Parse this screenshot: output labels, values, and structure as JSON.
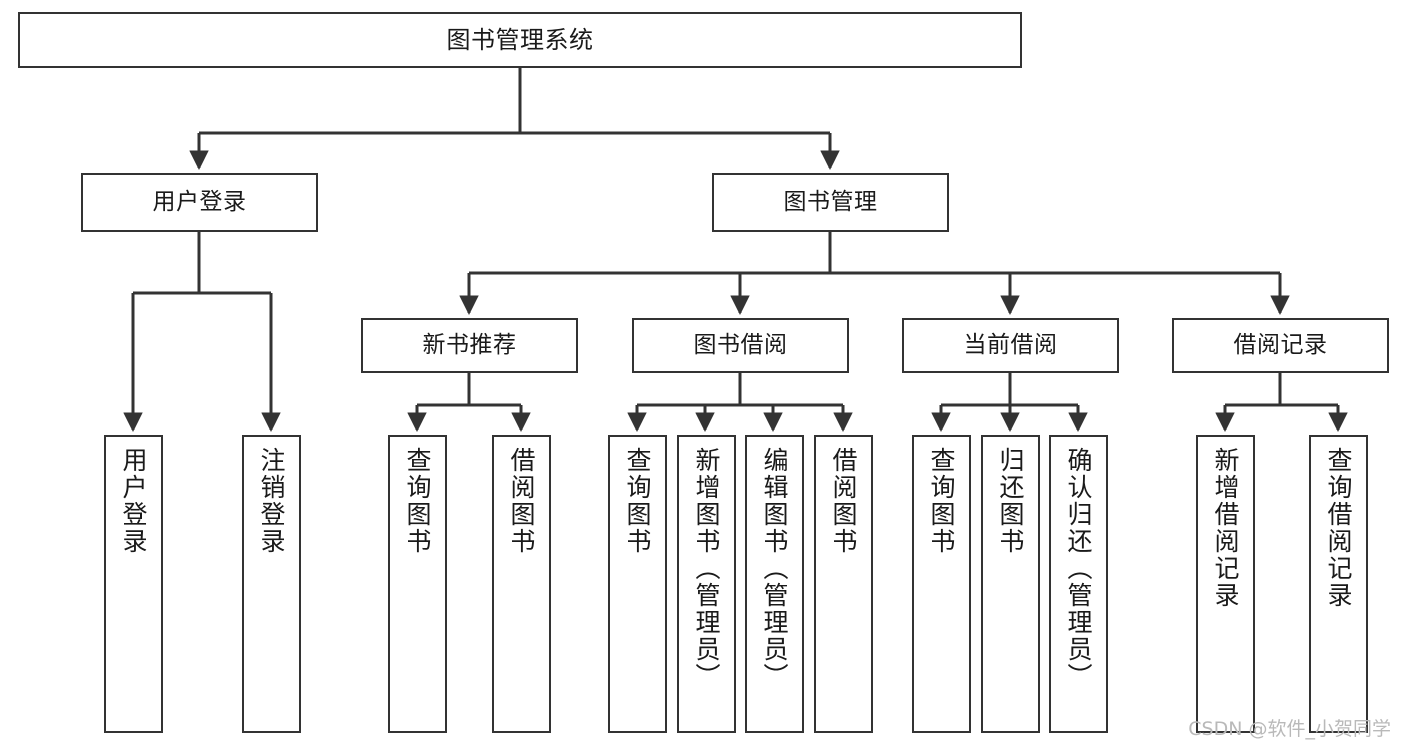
{
  "diagram": {
    "type": "tree-hierarchy",
    "title": "图书管理系统",
    "root": {
      "id": "root",
      "label": "图书管理系统"
    },
    "level2": [
      {
        "id": "user-login",
        "label": "用户登录"
      },
      {
        "id": "book-manage",
        "label": "图书管理"
      }
    ],
    "level3": [
      {
        "id": "new-book-rec",
        "label": "新书推荐",
        "parent": "book-manage"
      },
      {
        "id": "book-borrow",
        "label": "图书借阅",
        "parent": "book-manage"
      },
      {
        "id": "current-borrow",
        "label": "当前借阅",
        "parent": "book-manage"
      },
      {
        "id": "borrow-record",
        "label": "借阅记录",
        "parent": "book-manage"
      }
    ],
    "leaves": [
      {
        "id": "leaf-user-login",
        "label": "用户登录",
        "parent": "user-login"
      },
      {
        "id": "leaf-logout",
        "label": "注销登录",
        "parent": "user-login"
      },
      {
        "id": "leaf-query-book-1",
        "label": "查询图书",
        "parent": "new-book-rec"
      },
      {
        "id": "leaf-borrow-book-1",
        "label": "借阅图书",
        "parent": "new-book-rec"
      },
      {
        "id": "leaf-query-book-2",
        "label": "查询图书",
        "parent": "book-borrow"
      },
      {
        "id": "leaf-add-book",
        "label": "新增图书（管理员）",
        "parent": "book-borrow"
      },
      {
        "id": "leaf-edit-book",
        "label": "编辑图书（管理员）",
        "parent": "book-borrow"
      },
      {
        "id": "leaf-borrow-book-2",
        "label": "借阅图书",
        "parent": "book-borrow"
      },
      {
        "id": "leaf-query-book-3",
        "label": "查询图书",
        "parent": "current-borrow"
      },
      {
        "id": "leaf-return-book",
        "label": "归还图书",
        "parent": "current-borrow"
      },
      {
        "id": "leaf-confirm-return",
        "label": "确认归还（管理员）",
        "parent": "current-borrow"
      },
      {
        "id": "leaf-add-record",
        "label": "新增借阅记录",
        "parent": "borrow-record"
      },
      {
        "id": "leaf-query-record",
        "label": "查询借阅记录",
        "parent": "borrow-record"
      }
    ],
    "colors": {
      "border": "#333333",
      "background": "#ffffff",
      "text": "#1a1a1a",
      "edge": "#333333",
      "watermark": "#b9b9b9"
    }
  },
  "watermark": {
    "text": "CSDN @软件_小贺同学"
  }
}
